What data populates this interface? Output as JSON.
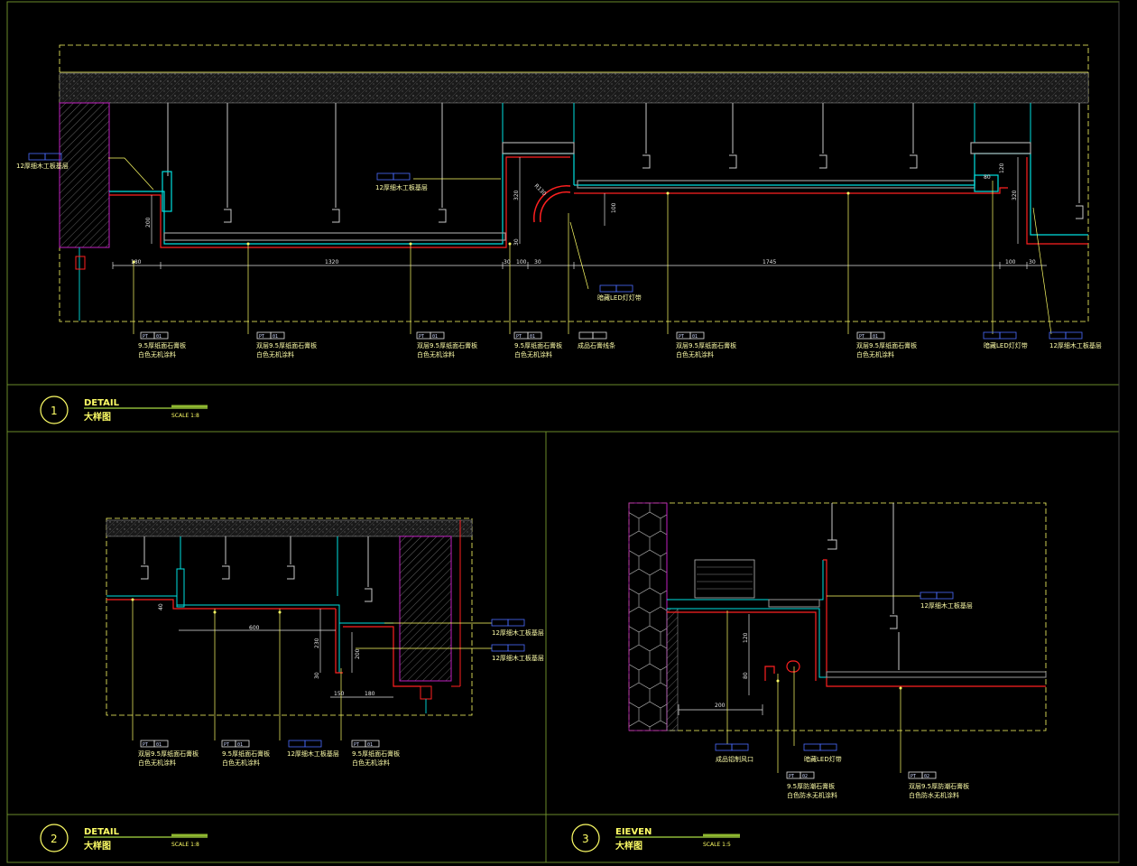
{
  "colors": {
    "frame": "#6a8a2a",
    "yellow": "#ffff66",
    "red": "#ff2020",
    "cyan": "#00e0e0",
    "magenta": "#c020c0",
    "gray": "#8c8c8c"
  },
  "detail1": {
    "number": "1",
    "title": "DETAIL",
    "subtitle": "大样图",
    "scale": "SCALE 1:8",
    "labels": {
      "base_left": "12厚细木工板基层",
      "base_mid": "12厚细木工板基层",
      "led_mid": "暗藏LED灯灯带",
      "arc": "R130",
      "c1a": "9.5厚纸面石膏板",
      "c1b": "白色无机涂料",
      "c2a": "双层9.5厚纸面石膏板",
      "c2b": "白色无机涂料",
      "c3a": "双层9.5厚纸面石膏板",
      "c3b": "白色无机涂料",
      "c4a": "9.5厚纸面石膏板",
      "c4b": "白色无机涂料",
      "c5": "成品石膏线条",
      "c6a": "双层9.5厚纸面石膏板",
      "c6b": "白色无机涂料",
      "c7a": "双层9.5厚纸面石膏板",
      "c7b": "白色无机涂料",
      "c8": "暗藏LED灯灯带",
      "c9": "12厚细木工板基层"
    },
    "tags": {
      "pt": "PT",
      "n": "01"
    },
    "dims": {
      "d180": "180",
      "d1320": "1320",
      "d30a": "30",
      "d100a": "100",
      "d30b": "30",
      "d1745": "1745",
      "d100b": "100",
      "d30c": "30",
      "v200": "200",
      "v320": "320",
      "v30": "30",
      "v100": "100",
      "v80": "80",
      "v120": "120",
      "v320b": "320"
    }
  },
  "detail2": {
    "number": "2",
    "title": "DETAIL",
    "subtitle": "大样图",
    "scale": "SCALE 1:8",
    "labels": {
      "base_a": "12厚细木工板基层",
      "base_b": "12厚细木工板基层",
      "c1a": "双层9.5厚纸面石膏板",
      "c1b": "白色无机涂料",
      "c2a": "9.5厚纸面石膏板",
      "c2b": "白色无机涂料",
      "c3": "12厚细木工板基层",
      "c4a": "9.5厚纸面石膏板",
      "c4b": "白色无机涂料"
    },
    "tags": {
      "pt": "PT",
      "n": "01"
    },
    "dims": {
      "d40": "40",
      "d600": "600",
      "d230": "230",
      "d200": "200",
      "d30": "30",
      "d150": "150",
      "d180": "180"
    }
  },
  "detail3": {
    "number": "3",
    "title": "EIEVEN",
    "subtitle": "大样图",
    "scale": "SCALE 1:5",
    "labels": {
      "base": "12厚细木工板基层",
      "c1": "成品铝制风口",
      "c2": "暗藏LED灯带",
      "c3a": "9.5厚防潮石膏板",
      "c3b": "白色防水无机涂料",
      "c4a": "双层9.5厚防潮石膏板",
      "c4b": "白色防水无机涂料"
    },
    "tags": {
      "pt": "PT",
      "n": "02"
    },
    "dims": {
      "d120": "120",
      "d80": "80",
      "d200": "200"
    }
  }
}
